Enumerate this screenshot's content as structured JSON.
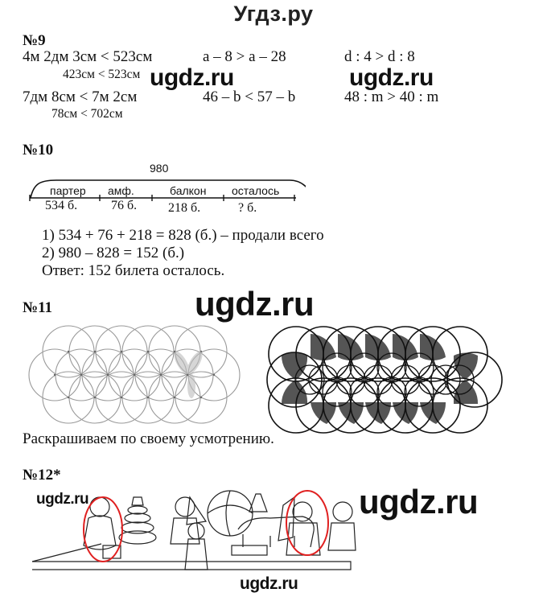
{
  "header": {
    "title": "Угдз.ру"
  },
  "watermarks": [
    "ugdz.ru",
    "ugdz.ru",
    "ugdz.ru",
    "ugdz.ru",
    "ugdz.ru",
    "ugdz.ru"
  ],
  "task9": {
    "number": "№9",
    "rows": [
      {
        "col1": "4м 2дм 3см < 523см",
        "col1_sub": "423см < 523см",
        "col2": "a – 8 > a – 28",
        "col3": "d : 4 > d : 8"
      },
      {
        "col1": "7дм 8см < 7м 2см",
        "col1_sub": "78см < 702см",
        "col2": "46 – b < 57 – b",
        "col3": "48 : m > 40 : m"
      }
    ]
  },
  "task10": {
    "number": "№10",
    "diagram": {
      "total": "980",
      "segments": [
        {
          "label": "партер",
          "value": "534 б."
        },
        {
          "label": "амф.",
          "value": "76 б."
        },
        {
          "label": "балкон",
          "value": "218 б."
        },
        {
          "label": "осталось",
          "value": "? б."
        }
      ]
    },
    "solution": [
      "1) 534 + 76 + 218 = 828 (б.) – продали всего",
      "2) 980 – 828 = 152 (б.)"
    ],
    "answer": "Ответ: 152 билета осталось."
  },
  "task11": {
    "number": "№11",
    "caption": "Раскрашиваем по своему усмотрению.",
    "shade_color": "#555555"
  },
  "task12": {
    "number": "№12*",
    "highlight_color": "#e02020"
  }
}
